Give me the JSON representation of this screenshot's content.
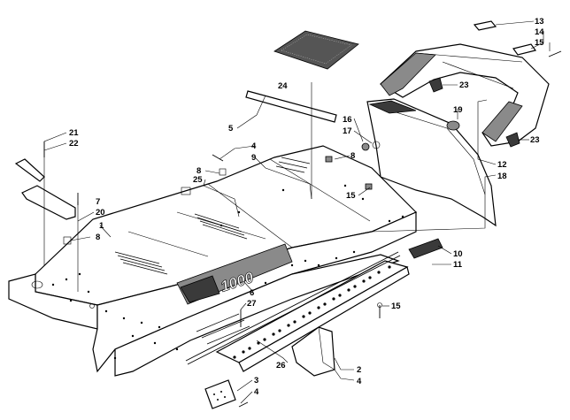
{
  "callouts": [
    {
      "id": "c13",
      "label": "13"
    },
    {
      "id": "c14",
      "label": "14"
    },
    {
      "id": "c15a",
      "label": "15"
    },
    {
      "id": "c24",
      "label": "24"
    },
    {
      "id": "c23a",
      "label": "23"
    },
    {
      "id": "c5",
      "label": "5"
    },
    {
      "id": "c19",
      "label": "19"
    },
    {
      "id": "c16",
      "label": "16"
    },
    {
      "id": "c17",
      "label": "17"
    },
    {
      "id": "c23b",
      "label": "23"
    },
    {
      "id": "c21",
      "label": "21"
    },
    {
      "id": "c22",
      "label": "22"
    },
    {
      "id": "c4a",
      "label": "4"
    },
    {
      "id": "c9",
      "label": "9"
    },
    {
      "id": "c8a",
      "label": "8"
    },
    {
      "id": "c12",
      "label": "12"
    },
    {
      "id": "c8b",
      "label": "8"
    },
    {
      "id": "c25",
      "label": "25"
    },
    {
      "id": "c18",
      "label": "18"
    },
    {
      "id": "c7",
      "label": "7"
    },
    {
      "id": "c20",
      "label": "20"
    },
    {
      "id": "c15b",
      "label": "15"
    },
    {
      "id": "c1",
      "label": "1"
    },
    {
      "id": "c8c",
      "label": "8"
    },
    {
      "id": "c10",
      "label": "10"
    },
    {
      "id": "c11",
      "label": "11"
    },
    {
      "id": "c6",
      "label": "6"
    },
    {
      "id": "c15c",
      "label": "15"
    },
    {
      "id": "c27",
      "label": "27"
    },
    {
      "id": "c26",
      "label": "26"
    },
    {
      "id": "c2",
      "label": "2"
    },
    {
      "id": "c4b",
      "label": "4"
    },
    {
      "id": "c3",
      "label": "3"
    },
    {
      "id": "c4c",
      "label": "4"
    }
  ],
  "decal_text": "1000"
}
